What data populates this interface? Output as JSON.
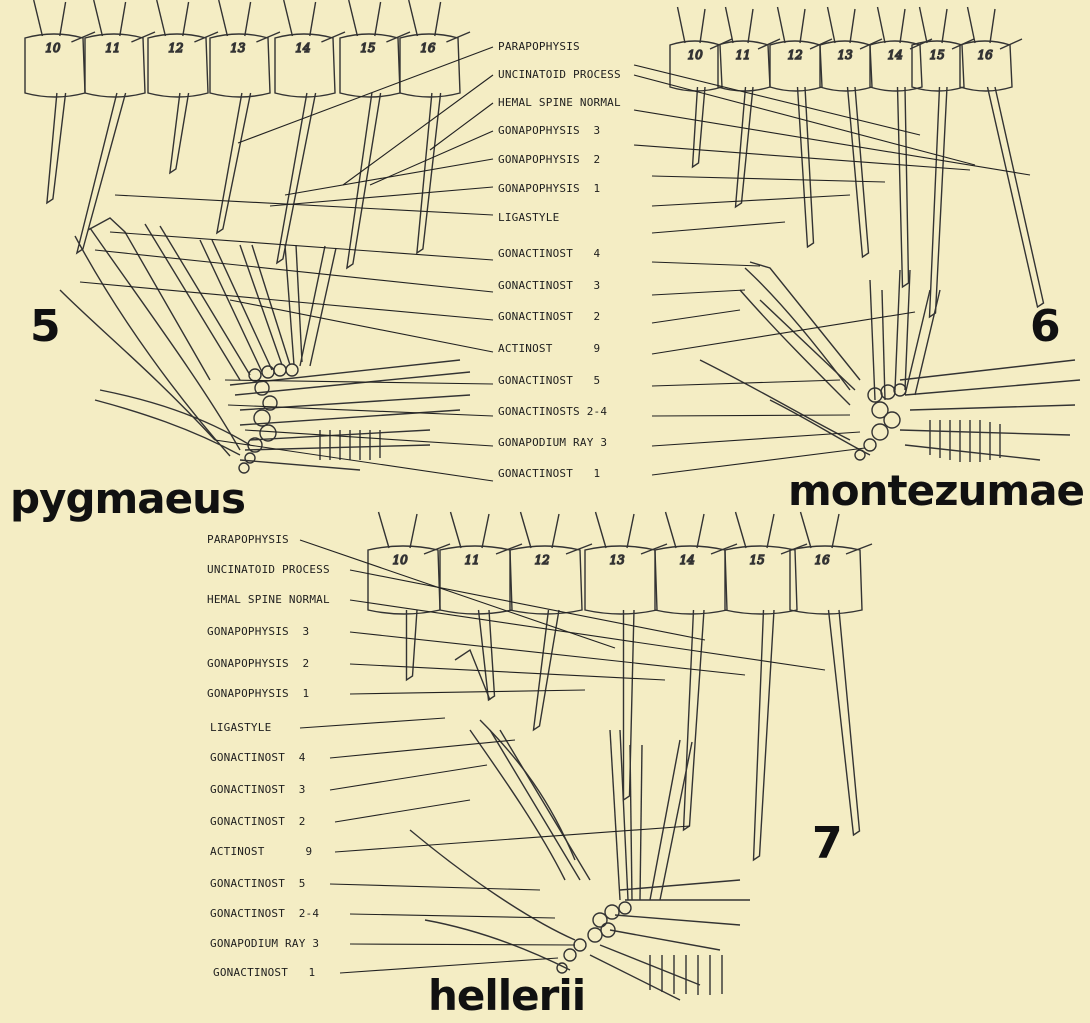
{
  "figures": [
    {
      "number": "5",
      "species": "pygmaeus"
    },
    {
      "number": "6",
      "species": "montezumae"
    },
    {
      "number": "7",
      "species": "hellerii"
    }
  ],
  "vertebra_numbers": [
    "10",
    "11",
    "12",
    "13",
    "14",
    "15",
    "16"
  ],
  "labels_top": [
    "PARAPOPHYSIS",
    "UNCINATOID PROCESS",
    "HEMAL SPINE NORMAL",
    "GONAPOPHYSIS  3",
    "GONAPOPHYSIS  2",
    "GONAPOPHYSIS  1",
    "LIGASTYLE",
    "GONACTINOST   4",
    "GONACTINOST   3",
    "GONACTINOST   2",
    "ACTINOST      9",
    "GONACTINOST   5",
    "GONACTINOSTS 2-4",
    "GONAPODIUM RAY 3",
    "GONACTINOST   1"
  ],
  "labels_bottom": [
    "PARAPOPHYSIS",
    "UNCINATOID PROCESS",
    "HEMAL SPINE NORMAL",
    "GONAPOPHYSIS  3",
    "GONAPOPHYSIS  2",
    "GONAPOPHYSIS  1",
    "LIGASTYLE",
    "GONACTINOST  4",
    "GONACTINOST  3",
    "GONACTINOST  2",
    "ACTINOST      9",
    "GONACTINOST  5",
    "GONACTINOST  2-4",
    "GONAPODIUM RAY 3",
    "GONACTINOST   1"
  ]
}
